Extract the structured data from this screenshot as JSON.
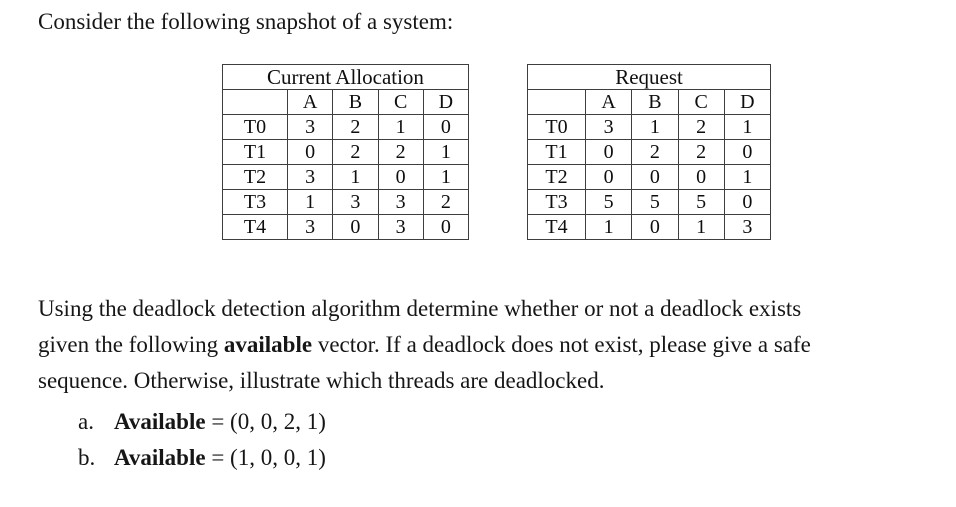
{
  "page": {
    "title": "Consider the following snapshot of a system:"
  },
  "tables": {
    "allocation": {
      "title": "Current Allocation",
      "columns": [
        "A",
        "B",
        "C",
        "D"
      ],
      "rows": [
        {
          "label": "T0",
          "values": [
            "3",
            "2",
            "1",
            "0"
          ]
        },
        {
          "label": "T1",
          "values": [
            "0",
            "2",
            "2",
            "1"
          ]
        },
        {
          "label": "T2",
          "values": [
            "3",
            "1",
            "0",
            "1"
          ]
        },
        {
          "label": "T3",
          "values": [
            "1",
            "3",
            "3",
            "2"
          ]
        },
        {
          "label": "T4",
          "values": [
            "3",
            "0",
            "3",
            "0"
          ]
        }
      ]
    },
    "request": {
      "title": "Request",
      "columns": [
        "A",
        "B",
        "C",
        "D"
      ],
      "rows": [
        {
          "label": "T0",
          "values": [
            "3",
            "1",
            "2",
            "1"
          ]
        },
        {
          "label": "T1",
          "values": [
            "0",
            "2",
            "2",
            "0"
          ]
        },
        {
          "label": "T2",
          "values": [
            "0",
            "0",
            "0",
            "1"
          ]
        },
        {
          "label": "T3",
          "values": [
            "5",
            "5",
            "5",
            "0"
          ]
        },
        {
          "label": "T4",
          "values": [
            "1",
            "0",
            "1",
            "3"
          ]
        }
      ]
    }
  },
  "question": {
    "line1": "Using the deadlock detection algorithm determine whether or not a deadlock exists",
    "line2_pre": "given the following ",
    "line2_bold": "available",
    "line2_post": " vector. If a deadlock does not exist, please give a safe",
    "line3": "sequence. Otherwise, illustrate which threads are deadlocked."
  },
  "options": [
    {
      "marker": "a.",
      "label": "Available",
      "value": " = (0, 0, 2, 1)"
    },
    {
      "marker": "b.",
      "label": "Available",
      "value": " = (1, 0, 0, 1)"
    }
  ]
}
